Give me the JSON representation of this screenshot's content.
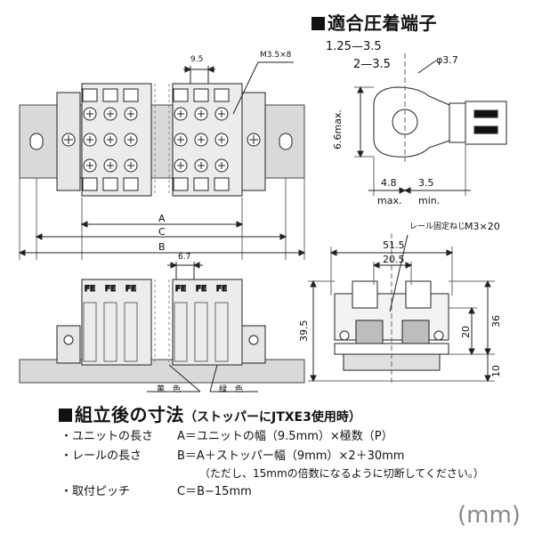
{
  "terminal": {
    "heading": "適合圧着端子",
    "sizes": [
      "1.25—3.5",
      "2—3.5"
    ],
    "dims": {
      "hole": "φ3.7",
      "height": "6.6max.",
      "left": "4.8",
      "left_unit": "max.",
      "right": "3.5",
      "right_unit": "min."
    }
  },
  "block": {
    "pitch": "9.5",
    "screw": "M3.5×8",
    "labels": {
      "a": "A",
      "b": "B",
      "c": "C"
    },
    "fe": "FE"
  },
  "side": {
    "rail_screw_label": "レール固定ねじ",
    "rail_screw": "M3×20",
    "w1": "51.5",
    "w2": "20.5",
    "h_total": "39.5",
    "h_36": "36",
    "h_20": "20",
    "h_10": "10"
  },
  "lower": {
    "pitch": "6.7",
    "yellow": "黄　色",
    "green": "緑　色"
  },
  "assembly": {
    "heading": "組立後の寸法",
    "heading_note": "（ストッパーにJTXE3使用時）",
    "lines": [
      {
        "bullet": "・",
        "label": "ユニットの長さ",
        "formula": "A＝ユニットの幅（9.5mm）×極数（P）"
      },
      {
        "bullet": "・",
        "label": "レールの長さ",
        "formula": "B＝A＋ストッパー幅（9mm）×2＋30mm"
      },
      {
        "bullet": "",
        "label": "",
        "formula": "（ただし、15mmの倍数になるように切断してください。）"
      },
      {
        "bullet": "・",
        "label": "取付ピッチ",
        "formula": "C＝B−15mm"
      }
    ]
  },
  "unit": "(mm)"
}
